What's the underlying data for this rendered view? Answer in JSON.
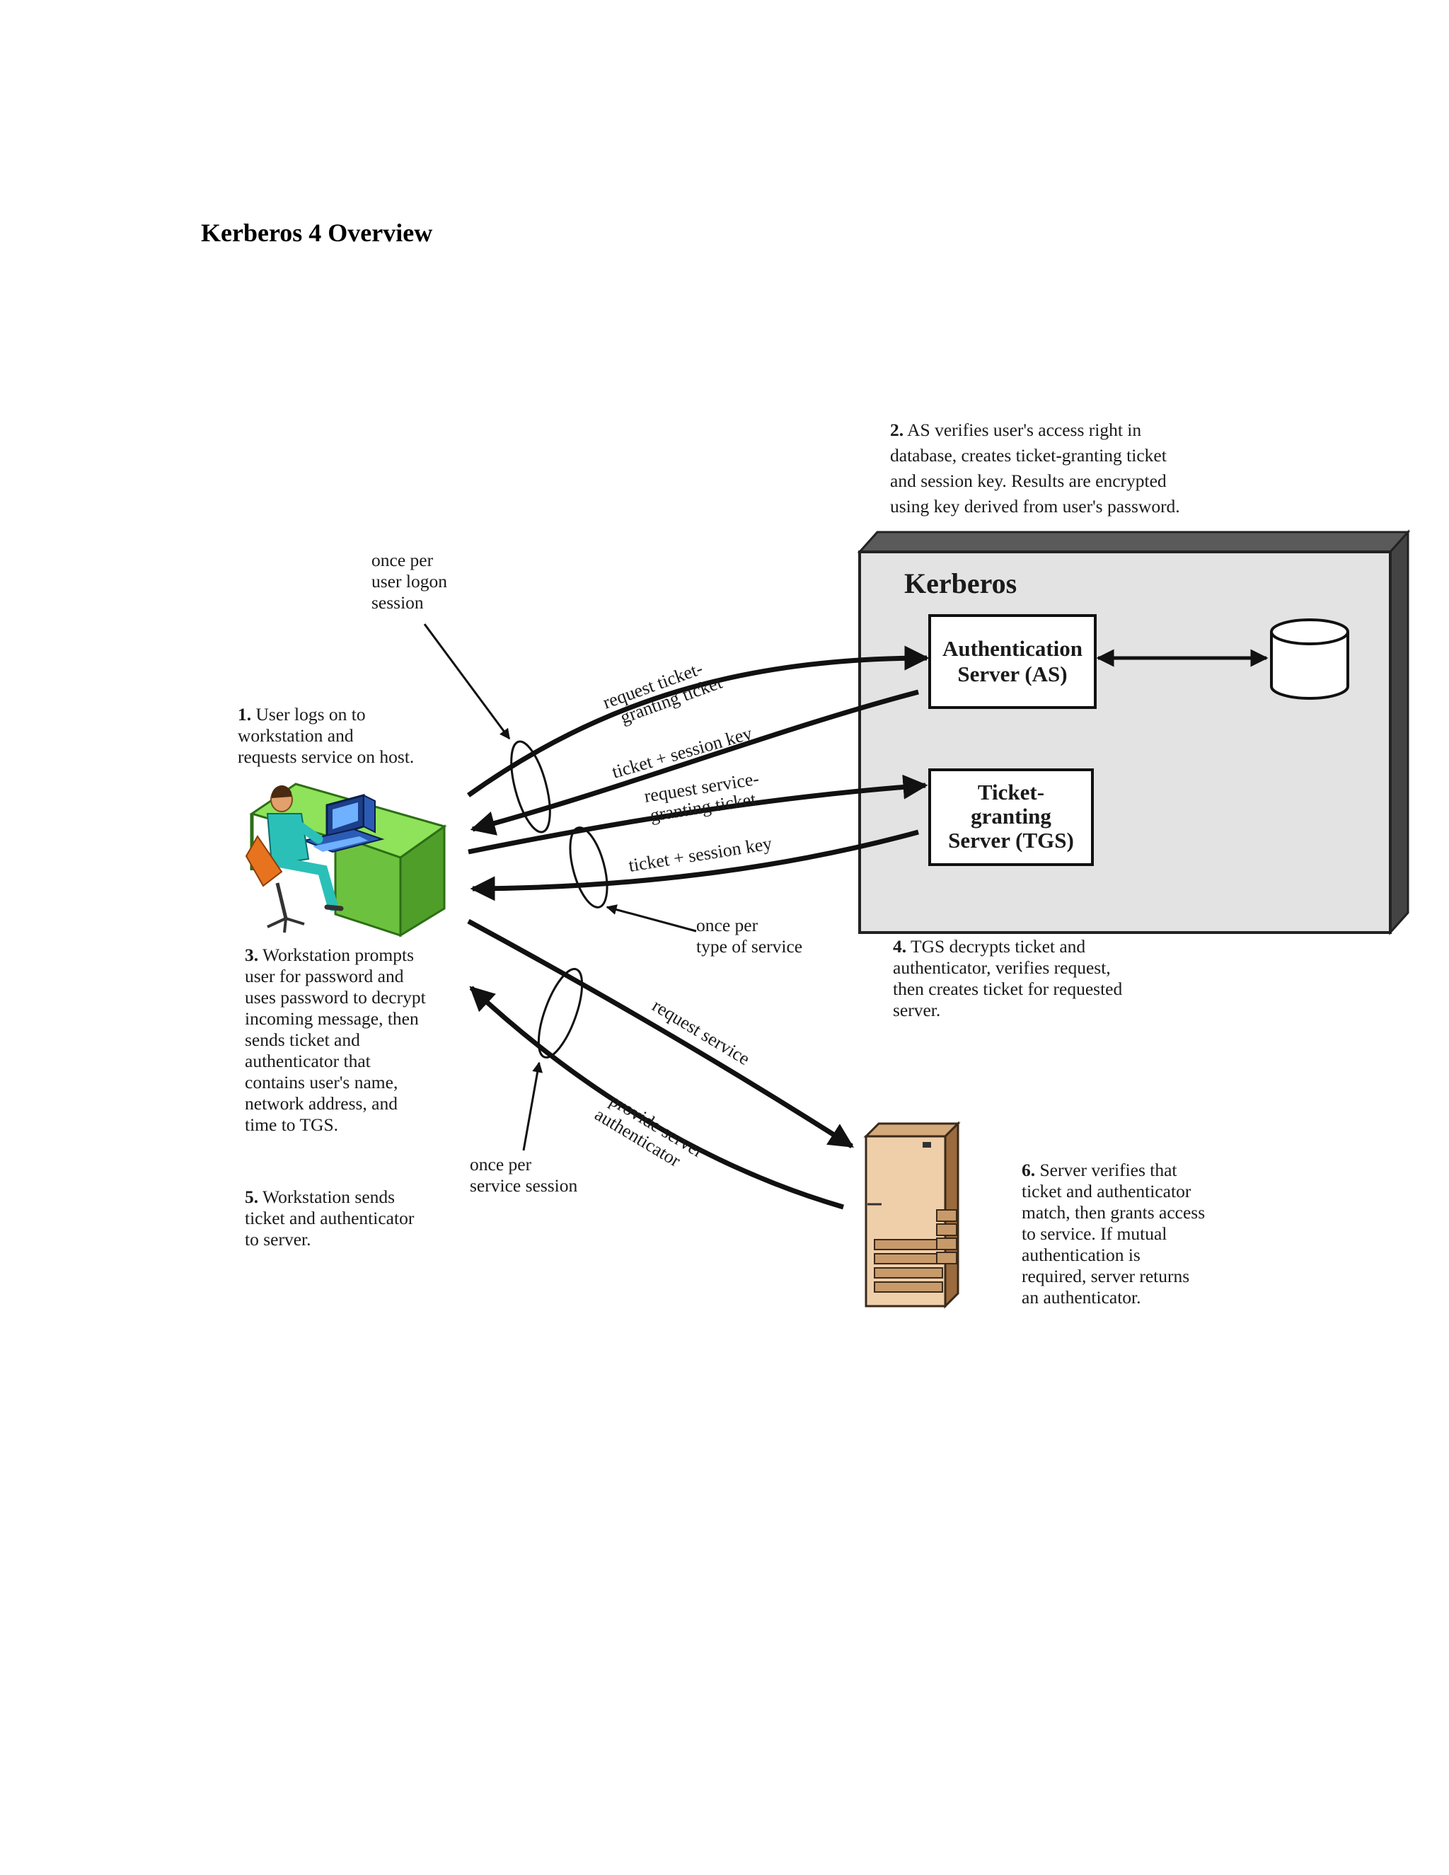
{
  "title": "Kerberos 4 Overview",
  "kerberos_label": "Kerberos",
  "servers": {
    "as": [
      "Authentication",
      "Server (AS)"
    ],
    "tgs": [
      "Ticket-",
      "granting",
      "Server (TGS)"
    ]
  },
  "steps": {
    "s1": {
      "num": "1.",
      "lines": [
        " User logs on to",
        "workstation and",
        "requests service on host."
      ]
    },
    "s2": {
      "num": "2.",
      "lines": [
        " AS verifies user's access right in",
        "database, creates ticket-granting ticket",
        "and session key. Results are encrypted",
        "using key derived from user's password."
      ]
    },
    "s3": {
      "num": "3.",
      "lines": [
        " Workstation prompts",
        "user for password and",
        "uses password to decrypt",
        "incoming message, then",
        "sends ticket and",
        "authenticator that",
        "contains user's name,",
        "network address, and",
        "time to TGS."
      ]
    },
    "s4": {
      "num": "4.",
      "lines": [
        " TGS decrypts ticket and",
        "authenticator, verifies request,",
        "then creates ticket for requested",
        "server."
      ]
    },
    "s5": {
      "num": "5.",
      "lines": [
        " Workstation sends",
        "ticket and authenticator",
        "to server."
      ]
    },
    "s6": {
      "num": "6.",
      "lines": [
        " Server verifies that",
        "ticket and authenticator",
        "match, then grants access",
        "to service. If mutual",
        "authentication is",
        "required, server returns",
        "an authenticator."
      ]
    }
  },
  "frequency_notes": {
    "logon": [
      "once per",
      "user logon",
      "session"
    ],
    "service_type": [
      "once per",
      "type of service"
    ],
    "service_session": [
      "once per",
      "service session"
    ]
  },
  "arrow_labels": {
    "request_tgt": [
      "request ticket-",
      "granting ticket"
    ],
    "ticket_key_1": "ticket + session key",
    "request_sgt": [
      "request service-",
      "granting ticket"
    ],
    "ticket_key_2": "ticket + session key",
    "request_service": "request service",
    "provide_auth": [
      "provide server",
      "authenticator"
    ]
  }
}
